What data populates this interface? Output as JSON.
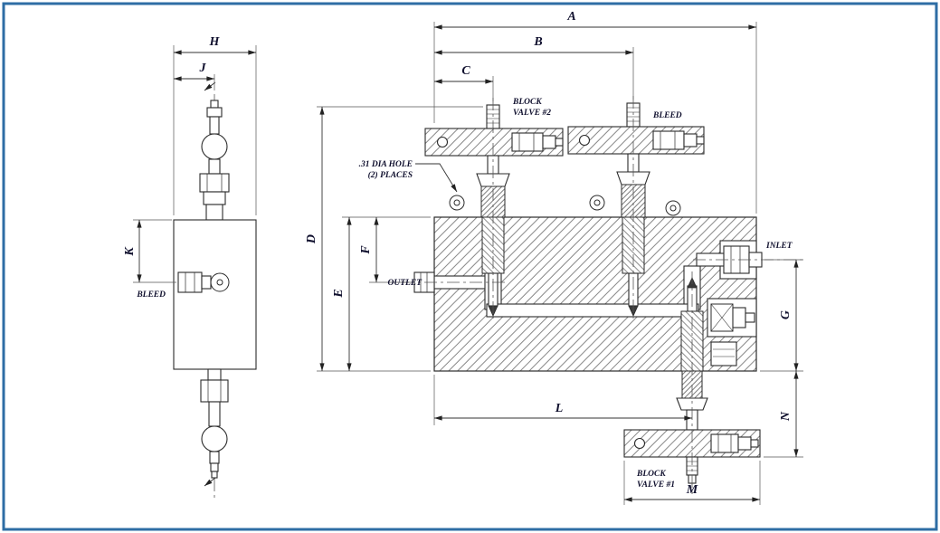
{
  "frame": {
    "border_color": "#2e6da4",
    "background": "#ffffff"
  },
  "dimensions": {
    "a": "A",
    "b": "B",
    "c": "C",
    "d": "D",
    "e": "E",
    "f": "F",
    "g": "G",
    "h": "H",
    "j": "J",
    "k": "K",
    "l": "L",
    "m": "M",
    "n": "N"
  },
  "annotations": {
    "block_valve_2_line1": "BLOCK",
    "block_valve_2_line2": "VALVE #2",
    "bleed_top": "BLEED",
    "bleed_side": "BLEED",
    "outlet": "OUTLET",
    "inlet": "INLET",
    "hole_note_line1": ".31 DIA HOLE",
    "hole_note_line2": "(2) PLACES",
    "block_valve_1_line1": "BLOCK",
    "block_valve_1_line2": "VALVE #1"
  }
}
